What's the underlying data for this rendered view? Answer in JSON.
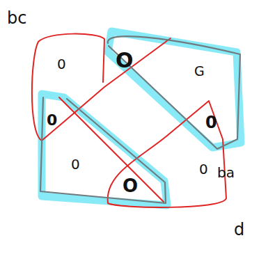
{
  "diagram": {
    "labels": [
      "bc",
      "0",
      "O",
      "G",
      "0",
      "0",
      "0",
      "O",
      "0",
      "ba",
      "d"
    ]
  }
}
